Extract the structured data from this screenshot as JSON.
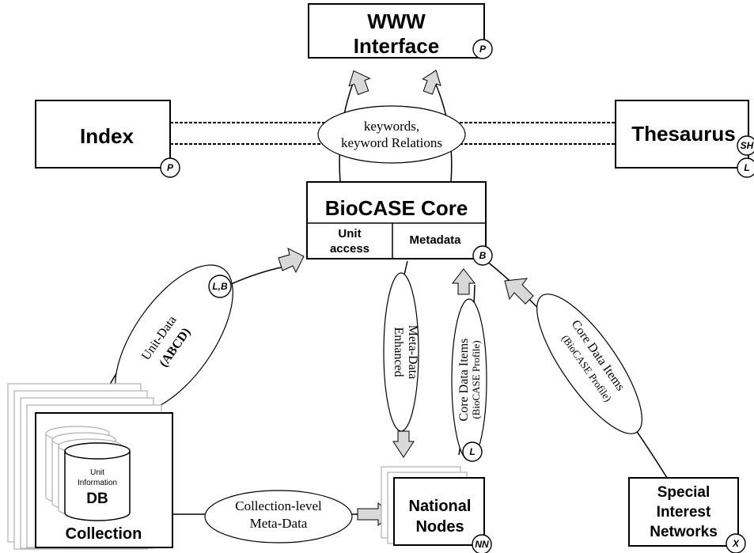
{
  "boxes": {
    "www": {
      "line1": "WWW",
      "line2": "Interface",
      "badge": "P"
    },
    "index": {
      "label": "Index",
      "badge": "P"
    },
    "thesaurus": {
      "label": "Thesaurus",
      "badge1": "SH",
      "badge2": "L"
    },
    "core": {
      "title": "BioCASE Core",
      "unit1": "Unit",
      "unit2": "access",
      "metadata": "Metadata",
      "badge": "B"
    },
    "collection": {
      "label": "Collection",
      "db_line1": "Unit",
      "db_line2": "Information",
      "db_label": "DB"
    },
    "national": {
      "line1": "National",
      "line2": "Nodes",
      "badge": "NN"
    },
    "special": {
      "line1": "Special",
      "line2": "Interest",
      "line3": "Networks",
      "badge": "X"
    }
  },
  "ellipses": {
    "keywords": {
      "line1": "keywords,",
      "line2": "keyword Relations"
    },
    "unit_data": {
      "line1": "Unit-Data",
      "line2": "(ABCD)",
      "badge": "L,B"
    },
    "enhanced": {
      "line1": "Enhanced",
      "line2": "Meta-Data"
    },
    "core_items_nn": {
      "line1": "Core Data Items",
      "line2": "(BioCASE Profile)",
      "badge": "L"
    },
    "core_items_sin": {
      "line1": "Core Data Items",
      "line2": "(BioCASE Profile)"
    },
    "collection_meta": {
      "line1": "Collection-level",
      "line2": "Meta-Data"
    }
  },
  "colors": {
    "abcd_red": "#e00000",
    "arrow_fill": "#d9d9d9",
    "ghost_stroke": "#b0b0b0"
  }
}
